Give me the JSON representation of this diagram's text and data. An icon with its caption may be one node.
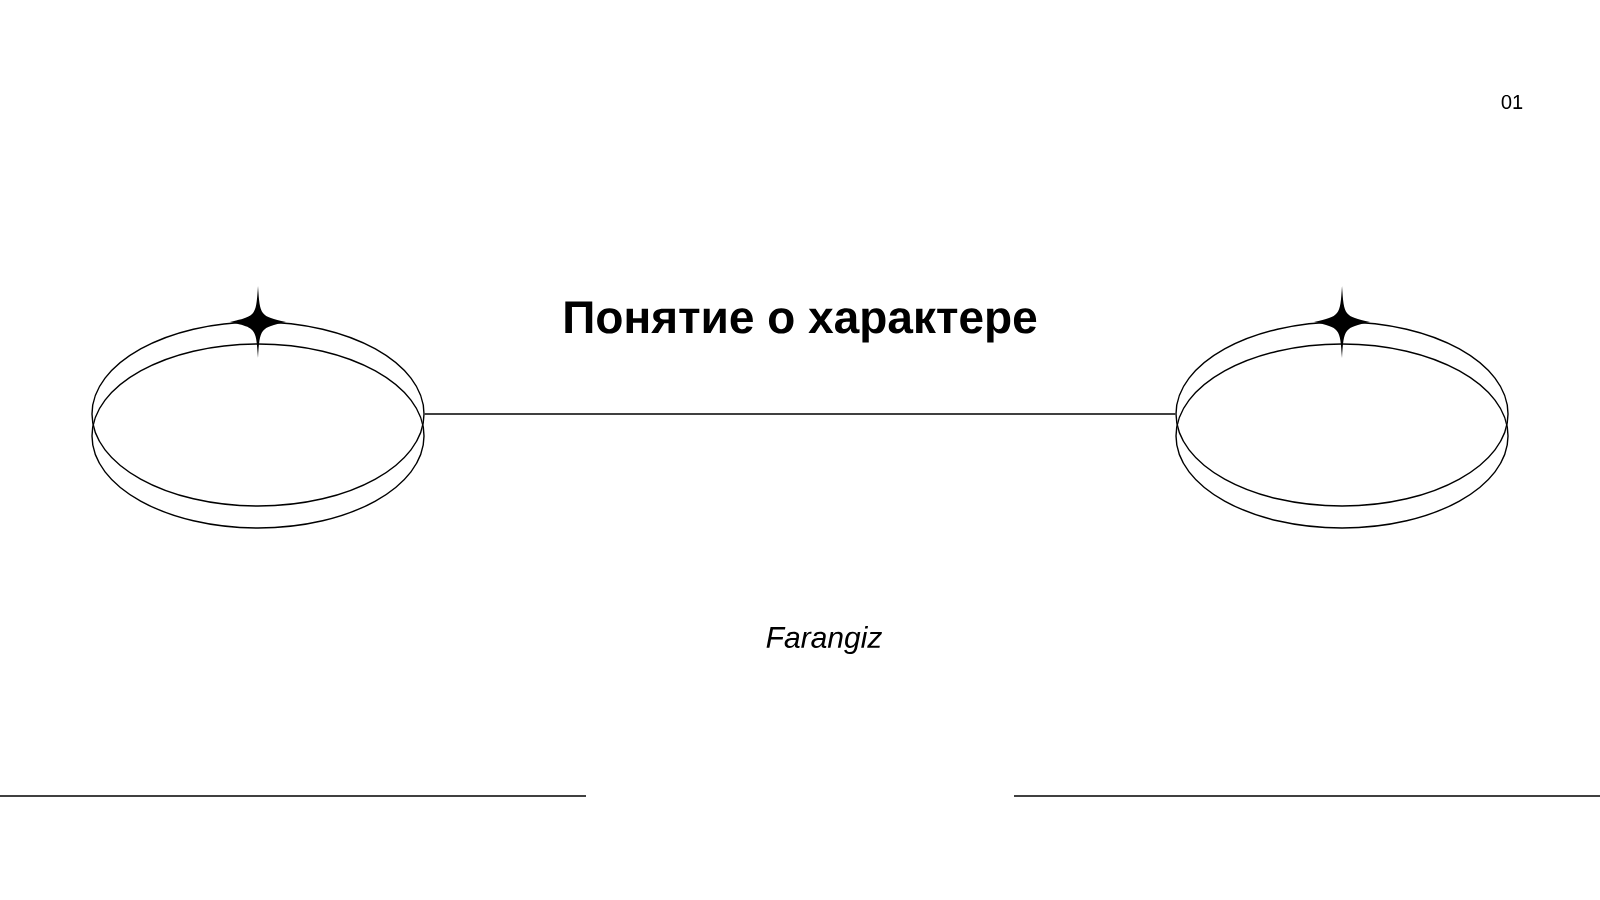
{
  "diagram": {
    "title": "Понятие о характере",
    "nodes": [
      {
        "text": [],
        "shape": "ellipse"
      },
      {
        "text": [],
        "shape": "ellipse"
      }
    ],
    "edges": [
      {
        "from": 0,
        "to": 1,
        "arrow": "none"
      }
    ],
    "labels": [
      "01",
      "Farangiz"
    ]
  }
}
